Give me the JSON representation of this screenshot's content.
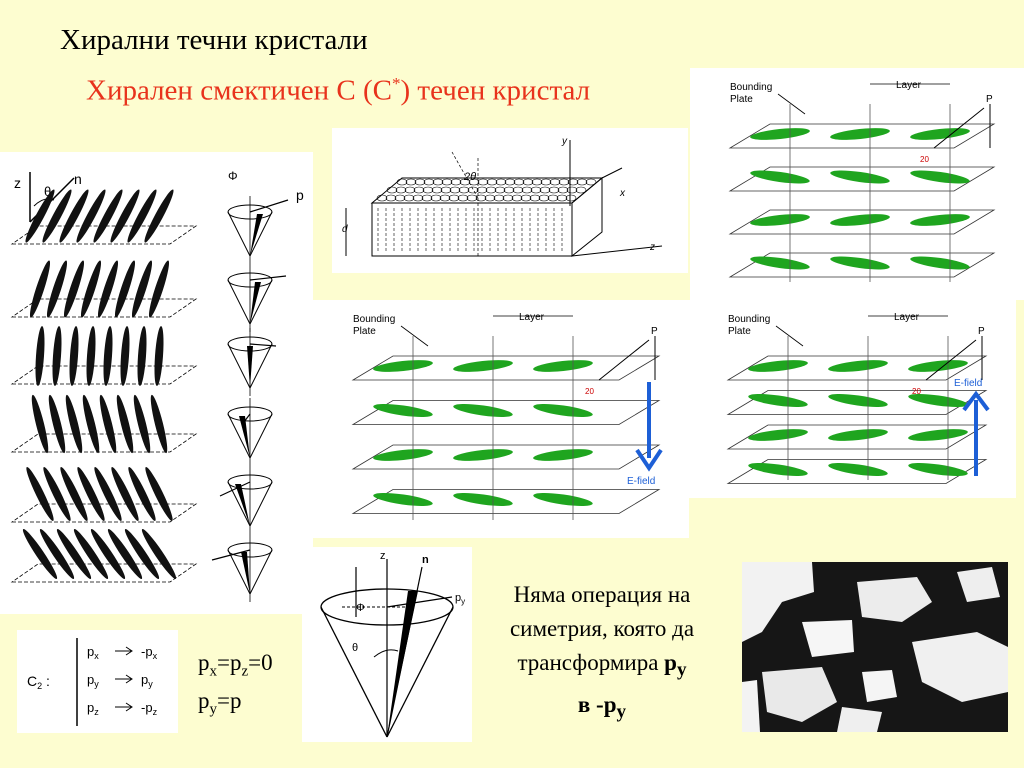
{
  "title": "Хирални течни кристали",
  "subtitle": {
    "main": "Хирален смектичен С (С",
    "sup": "*",
    "tail": ") течен кристал"
  },
  "diagram_labels": {
    "bounding": "Bounding",
    "plate": "Plate",
    "layer": "Layer",
    "p": "P",
    "angle": "20",
    "efield": "E-field",
    "axis_z": "z",
    "axis_n": "n",
    "theta": "θ",
    "phi": "Φ",
    "axis_p": "p",
    "axis_y": "y",
    "axis_x": "x",
    "axis_d": "d",
    "two_theta": "2θ",
    "p_y": "p",
    "p_y_sub": "y",
    "c2": "C",
    "c2_sub": "2",
    "c2_colon": " :"
  },
  "c2_table": [
    {
      "from": "p",
      "from_sub": "x",
      "to": "-p",
      "to_sub": "x"
    },
    {
      "from": "p",
      "from_sub": "y",
      "to": "p",
      "to_sub": "y"
    },
    {
      "from": "p",
      "from_sub": "z",
      "to": "-p",
      "to_sub": "z"
    }
  ],
  "equations": {
    "line1": {
      "a": "p",
      "a_sub": "x",
      "b": "=p",
      "b_sub": "z",
      "c": "=0"
    },
    "line2": {
      "a": "p",
      "a_sub": "y",
      "b": "=p"
    }
  },
  "caption": {
    "line1": "Няма операция на",
    "line2": "симетрия, която да",
    "line3_text": "трансформира ",
    "line3_bold": "p",
    "line3_sub": "y",
    "line4_text": "в -",
    "line4_bold": "p",
    "line4_sub": "y"
  },
  "colors": {
    "background": "#fdfdd0",
    "subtitle": "#e8331c",
    "molecule": "#1fa51f",
    "arrow": "#1d5fd6"
  }
}
